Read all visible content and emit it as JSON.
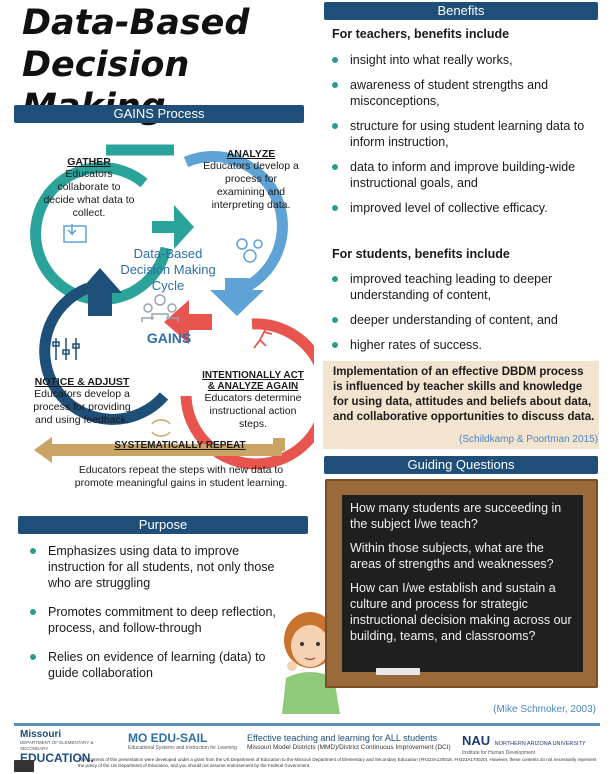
{
  "title_line1": "Data-Based",
  "title_line2": "Decision Making",
  "gains": {
    "header": "GAINS Process",
    "center_title": "Data-Based Decision Making Cycle",
    "center_logo": "GAINS",
    "gather": {
      "title": "GATHER",
      "text": "Educators collaborate to decide what data to collect."
    },
    "analyze": {
      "title": "ANALYZE",
      "text": "Educators develop a process for examining and interpreting data."
    },
    "intentionally": {
      "title": "INTENTIONALLY ACT & ANALYZE AGAIN",
      "text": "Educators determine instructional action steps."
    },
    "notice": {
      "title": "NOTICE & ADJUST",
      "text": "Educators develop a process for providing and using feedback."
    },
    "repeat": {
      "title": "SYSTEMATICALLY REPEAT",
      "text": "Educators repeat the steps with new data to promote meaningful gains in student learning."
    }
  },
  "purpose": {
    "header": "Purpose",
    "items": [
      "Emphasizes using data to improve instruction for all students, not only those who are struggling",
      "Promotes commitment to deep reflection, process, and follow-through",
      "Relies on evidence of learning (data) to guide collaboration"
    ]
  },
  "benefits": {
    "header": "Benefits",
    "teachers_heading": "For teachers, benefits include",
    "teachers": [
      "insight into what really works,",
      "awareness of student strengths and misconceptions,",
      "structure for using student learning data to inform instruction,",
      "data to inform and improve building-wide instructional goals, and",
      "improved level of collective efficacy."
    ],
    "students_heading": "For students, benefits include",
    "students": [
      "improved teaching leading to deeper understanding of content,",
      "deeper understanding of content, and",
      "higher rates of success."
    ],
    "implementation": "Implementation of an effective DBDM process is influenced by teacher skills and knowledge for using data, attitudes and beliefs about data, and collaborative opportunities to discuss data.",
    "citation": "(Schildkamp & Poortman 2015)"
  },
  "guiding": {
    "header": "Guiding Questions",
    "questions": [
      "How many students are succeeding in the subject I/we teach?",
      "Within those subjects, what are the areas of strengths and weaknesses?",
      "How can I/we establish and sustain a culture and process for strategic instructional decision making across our building, teams, and classrooms?"
    ],
    "citation": "(Mike Schmoker, 2003)"
  },
  "footer": {
    "missouri": "Missouri",
    "missouri_sub": "DEPARTMENT OF ELEMENTARY & SECONDARY",
    "education": "EDUCATION.",
    "moedusail": "MO EDU-SAIL",
    "moedusail_sub": "Educational Systems and Instruction for Learning",
    "effective": "Effective teaching and learning for ALL students",
    "mmd": "Missouri Model Districts (MMD)/District Continuous Improvement (DCI)",
    "nau": "NAU",
    "nau_name": "NORTHERN ARIZONA UNIVERSITY",
    "nau_sub": "Institute for Human Development",
    "disclaimer": "The contents of this presentation were developed under a grant from the US Department of Education to the Missouri Department of Elementary and Secondary Education (#H323A120018, #H323A170020). However, these contents do not necessarily represent the policy of the US Department of Education, and you should not assume endorsement by the Federal Government."
  },
  "colors": {
    "navy": "#1f4e79",
    "teal": "#2a9d8f",
    "blue": "#5fa2d6",
    "red": "#e8544e",
    "tan": "#c9a463"
  }
}
